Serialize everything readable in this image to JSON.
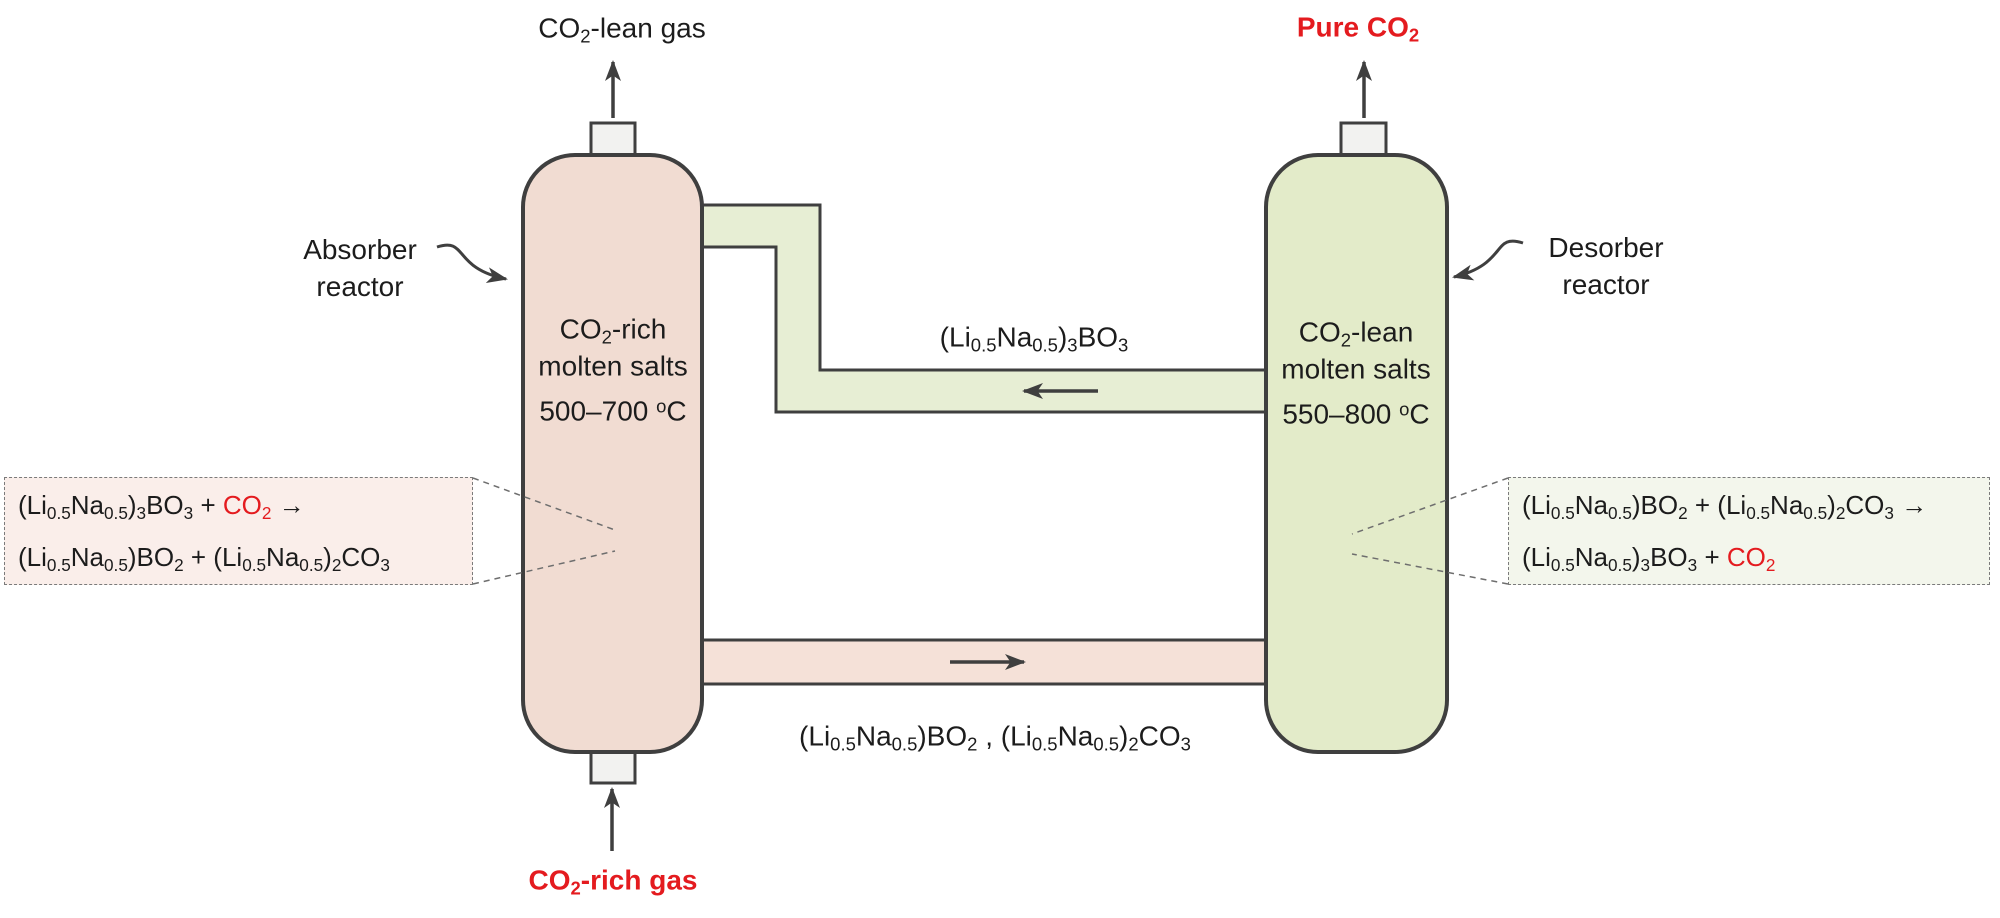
{
  "title": "Molten-salt CO2 absorber/desorber process diagram",
  "colors": {
    "red": "#e41b1f",
    "outline": "#3f3f3f",
    "absorber_fill": "#f1dcd2",
    "desorber_fill": "#e3ebc9",
    "green_pipe_fill": "#e7eed4",
    "pink_pipe_fill": "#f5e1d8",
    "left_box_fill": "#faeeea",
    "right_box_fill": "#f3f6ec",
    "nozzle_fill": "#f2f2f0",
    "dash": "#6e6e6e",
    "text": "#1c1c1c"
  },
  "streams": {
    "co2_lean_gas": [
      {
        "t": "CO_{2}-lean gas"
      }
    ],
    "pure_co2": [
      {
        "t": "Pure CO_{2}",
        "red": true
      }
    ],
    "co2_rich_gas": [
      {
        "t": "CO_{2}-rich gas",
        "red": true
      }
    ],
    "green_pipe_label": "(Li_{0.5}Na_{0.5})_{3}BO_{3}",
    "green_pipe_direction": "right-to-left",
    "pink_pipe_label": "(Li_{0.5}Na_{0.5})BO_{2} , (Li_{0.5}Na_{0.5})_{2}CO_{3}",
    "pink_pipe_direction": "left-to-right"
  },
  "absorber": {
    "name_lines": [
      "Absorber",
      "reactor"
    ],
    "content_lines": [
      "CO_{2}-rich",
      "molten salts",
      "500–700 ^{o}C"
    ],
    "reaction_line1": [
      {
        "t": "(Li_{0.5}Na_{0.5})_{3}BO_{3} + "
      },
      {
        "t": "CO_{2}",
        "red": true
      },
      {
        "t": " →"
      }
    ],
    "reaction_line2": [
      {
        "t": "(Li_{0.5}Na_{0.5})BO_{2} + (Li_{0.5}Na_{0.5})_{2}CO_{3}"
      }
    ]
  },
  "desorber": {
    "name_lines": [
      "Desorber",
      "reactor"
    ],
    "content_lines": [
      "CO_{2}-lean",
      "molten salts",
      "550–800 ^{o}C"
    ],
    "reaction_line1": [
      {
        "t": "(Li_{0.5}Na_{0.5})BO_{2} + (Li_{0.5}Na_{0.5})_{2}CO_{3}  →"
      }
    ],
    "reaction_line2": [
      {
        "t": "(Li_{0.5}Na_{0.5})_{3}BO_{3} + "
      },
      {
        "t": "CO_{2}",
        "red": true
      }
    ]
  }
}
